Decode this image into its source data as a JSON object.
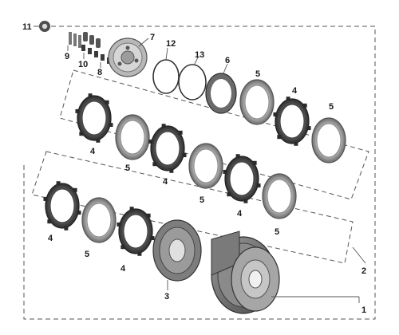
{
  "callouts": {
    "c1": "1",
    "c2": "2",
    "c3": "3",
    "c4": "4",
    "c5": "5",
    "c6": "6",
    "c7": "7",
    "c8": "8",
    "c9": "9",
    "c10": "10",
    "c11": "11",
    "c12": "12",
    "c13": "13"
  },
  "colors": {
    "friction_plate": "#3f3f3f",
    "steel_plate": "#8a8a8a",
    "housing": "#6e6e6e",
    "line": "#555555"
  }
}
